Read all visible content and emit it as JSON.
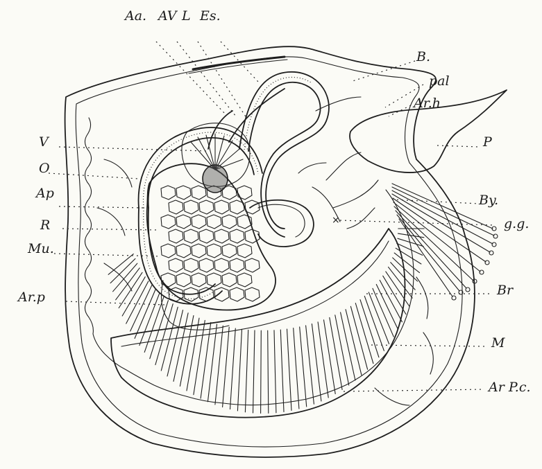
{
  "figure": {
    "labels": {
      "Aa": "Aa.",
      "AV": "AV",
      "L": "L",
      "Es": "Es.",
      "B": "B.",
      "pal": "pal",
      "Arh": "Ar.h",
      "V": "V",
      "O": "O",
      "Ap": "Ap",
      "R": "R",
      "Mu": "Mu.",
      "Arp": "Ar.p",
      "P": "P",
      "By": "By.",
      "gg": "g.g.",
      "Br": "Br",
      "M": "M",
      "ArPc": "Ar P.c."
    },
    "colors": {
      "ink": "#1e1e1e",
      "paper": "#fbfbf6"
    }
  }
}
